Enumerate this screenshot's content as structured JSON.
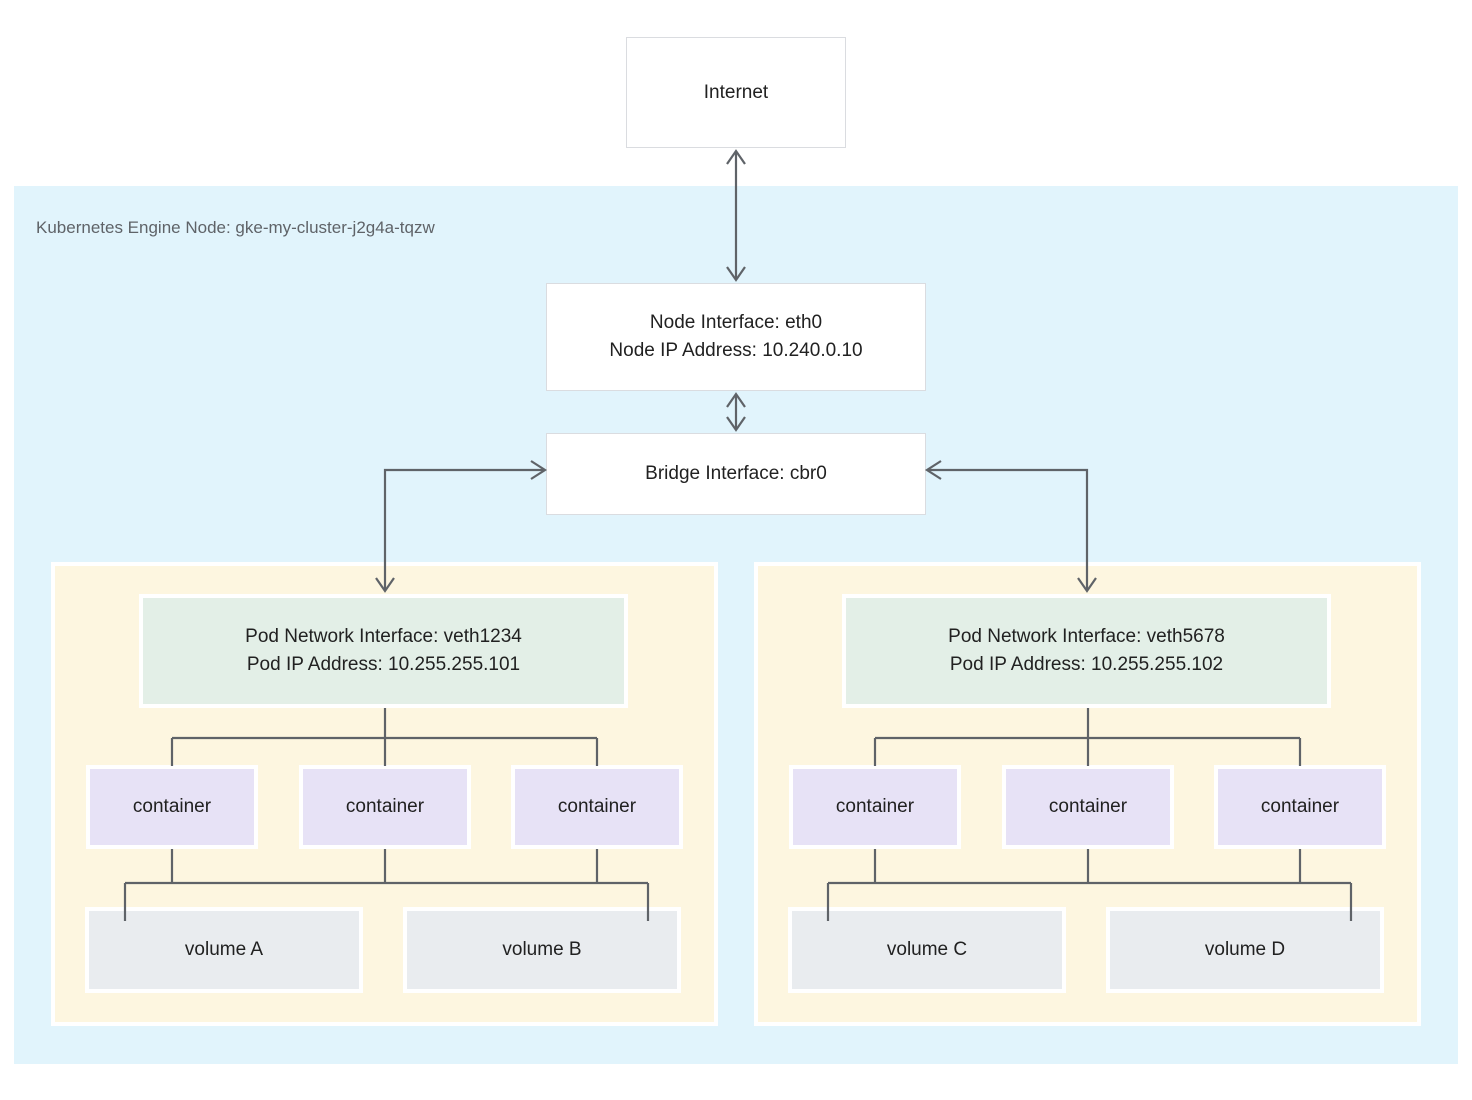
{
  "diagram": {
    "internet": {
      "label": "Internet"
    },
    "node": {
      "label": "Kubernetes Engine Node: gke-my-cluster-j2g4a-tqzw",
      "node_interface": {
        "line1": "Node Interface: eth0",
        "line2": "Node IP Address: 10.240.0.10"
      },
      "bridge_interface": {
        "label": "Bridge Interface: cbr0"
      },
      "pods": [
        {
          "network_interface": {
            "line1": "Pod Network Interface: veth1234",
            "line2": "Pod IP Address: 10.255.255.101"
          },
          "containers": [
            "container",
            "container",
            "container"
          ],
          "volumes": [
            "volume A",
            "volume B"
          ]
        },
        {
          "network_interface": {
            "line1": "Pod Network Interface: veth5678",
            "line2": "Pod IP Address: 10.255.255.102"
          },
          "containers": [
            "container",
            "container",
            "container"
          ],
          "volumes": [
            "volume C",
            "volume D"
          ]
        }
      ]
    }
  },
  "colors": {
    "node_region_bg": "#e1f4fc",
    "pod_bg": "#fdf6e0",
    "pod_interface_bg": "#e3efe7",
    "container_bg": "#e7e2f6",
    "volume_bg": "#e9ecef",
    "connector": "#5f6368",
    "box_border": "#dadce0",
    "text_dark": "#212121",
    "text_gray": "#5f6368"
  }
}
